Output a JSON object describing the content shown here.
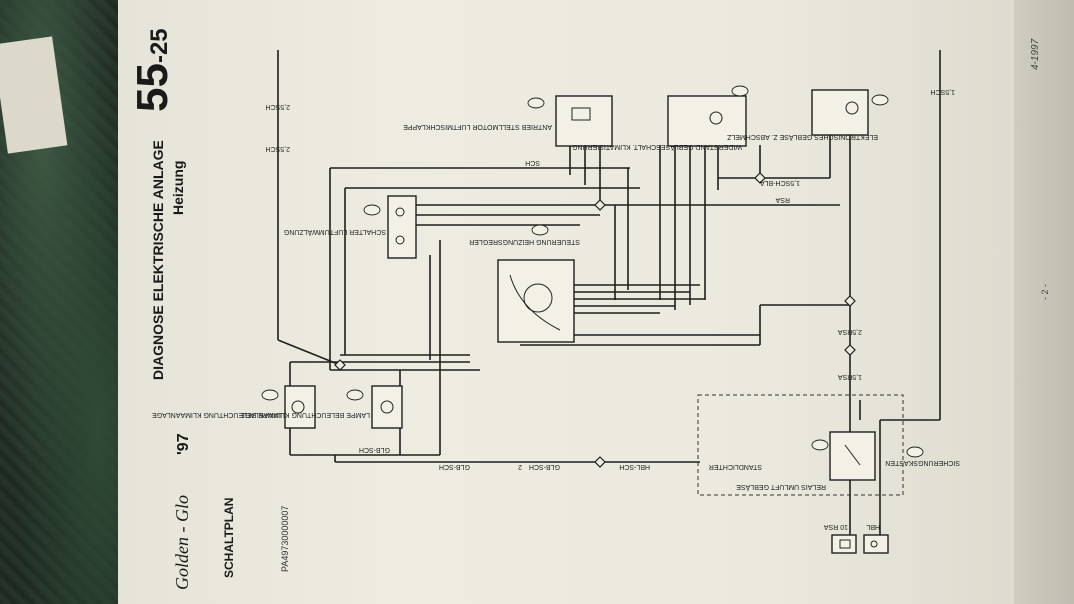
{
  "document": {
    "brand_logo_text": "Golden - Glo",
    "year": "'97",
    "page_number_big": "55",
    "page_number_small": "-25",
    "title_line1": "DIAGNOSE ELEKTRISCHE ANLAGE",
    "title_line2": "Heizung",
    "section_title": "SCHALTPLAN",
    "doc_code": "PA49730000007",
    "page_footer": "- 2 -",
    "date": "4-1997"
  },
  "components": [
    {
      "id": "G7",
      "label": "ELEKTRONISCHES GEBLÄSE Z. ABSCHMELZ"
    },
    {
      "id": "G5",
      "label": "WIDERSTAND GEBLÄSESCHALT. KLIMATISIERUNG"
    },
    {
      "id": "G27",
      "label": "ANTRIEB STELLMOTOR LUFTMISCHKLAPPE"
    },
    {
      "id": "G4",
      "label": "STEUERUNG HEIZUNGSREGLER"
    },
    {
      "id": "G88",
      "label": "SCHALTER LUFTUMWÄLZUNG"
    },
    {
      "id": "F88",
      "label": "LAMPE BELEUCHTUNG KLIMAANLAGE"
    },
    {
      "id": "F8B",
      "label": "LAMPE BELEUCHTUNG KLIMAANLAGE"
    },
    {
      "id": "G1",
      "label": "SICHERUNGSKASTEN"
    },
    {
      "id": "G05",
      "label": "RELAIS UMLUFT GEBLÄSE"
    }
  ],
  "wire_labels": [
    "2,5SCH",
    "2,5SCH",
    "1,5SCH",
    "2,5RSA",
    "1,5SCH-BLA",
    "RSA",
    "SCH",
    "GLB-SCH",
    "HBL-SCH",
    "1,5RSA",
    "10 RSA",
    "HBL",
    "GLB-SCH",
    "2",
    "GLB-SCH",
    "STANDLICHTER"
  ],
  "icons": {
    "fuse": "fuse-icon",
    "battery": "battery-icon",
    "motor": "motor-icon",
    "lamp": "lamp-icon"
  }
}
